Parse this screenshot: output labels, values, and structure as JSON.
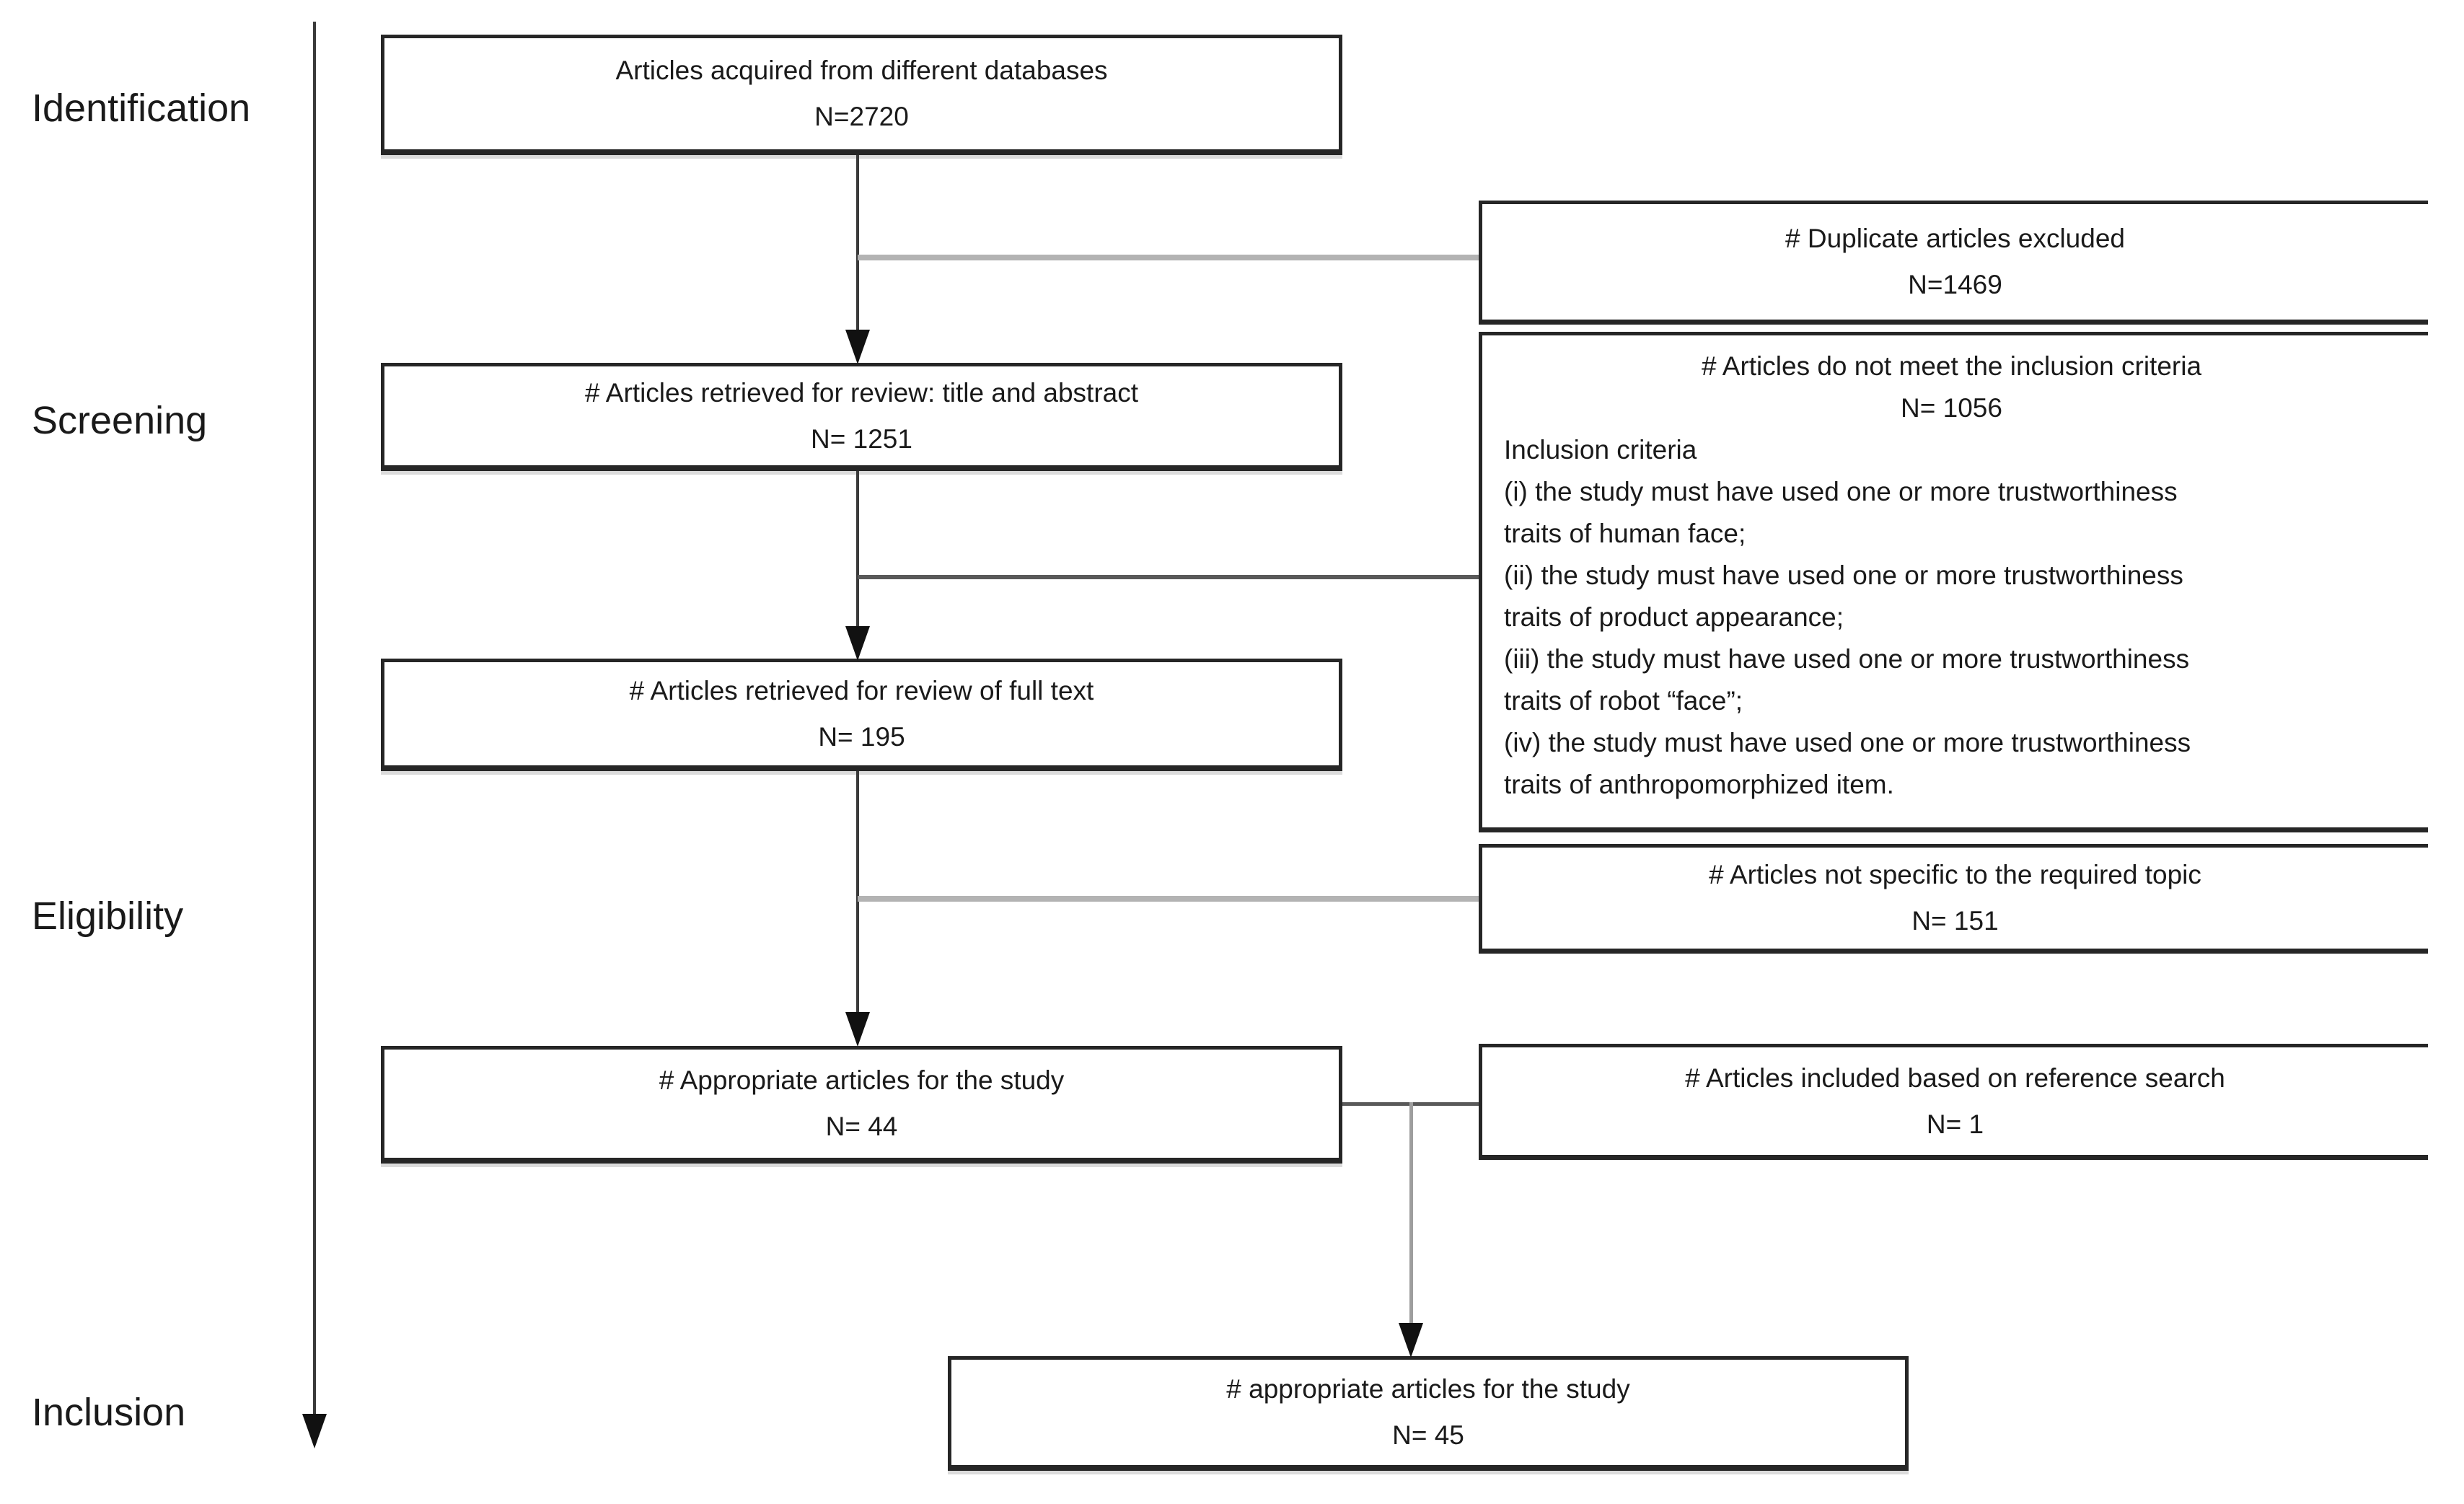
{
  "figure": {
    "type": "prisma-flow-diagram",
    "background": "#ffffff"
  },
  "colors": {
    "box_border": "#262626",
    "text": "#1a1a1a",
    "connector_light_gray": "#b3b3b3",
    "connector_dark_gray": "#595959",
    "connector_mid_gray": "#9e9e9e",
    "stem_line": "#3a3a3a",
    "arrowhead": "#111111"
  },
  "stages": [
    {
      "label": "Identification"
    },
    {
      "label": "Screening"
    },
    {
      "label": "Eligibility"
    },
    {
      "label": "Inclusion"
    }
  ],
  "boxes": {
    "acquired": {
      "line1": "Articles acquired from different databases",
      "line2": "N=2720"
    },
    "screening": {
      "line1": "# Articles retrieved for review: title and abstract",
      "line2": "N= 1251"
    },
    "fulltext": {
      "line1": "# Articles retrieved for review of full text",
      "line2": "N= 195"
    },
    "appropriate": {
      "line1": "# Appropriate articles for the study",
      "line2": "N= 44"
    },
    "final": {
      "line1": "# appropriate articles for the study",
      "line2": "N= 45"
    },
    "duplicates": {
      "line1": "# Duplicate articles excluded",
      "line2": "N=1469"
    },
    "not_meet": {
      "line1": "# Articles do not meet the inclusion criteria",
      "line2": "N= 1056",
      "lines": [
        "Inclusion criteria",
        "(i) the study must have used one or more trustworthiness",
        "traits of human face;",
        "(ii) the study must have used one or more trustworthiness",
        "traits of product appearance;",
        "(iii) the study must have used one or more trustworthiness",
        "traits of robot “face”;",
        "(iv) the study must have used one or more trustworthiness",
        "traits of anthropomorphized item."
      ]
    },
    "not_specific": {
      "line1": "# Articles not specific to the required topic",
      "line2": "N= 151"
    },
    "reference": {
      "line1": "# Articles included based on reference search",
      "line2": "N= 1"
    }
  }
}
